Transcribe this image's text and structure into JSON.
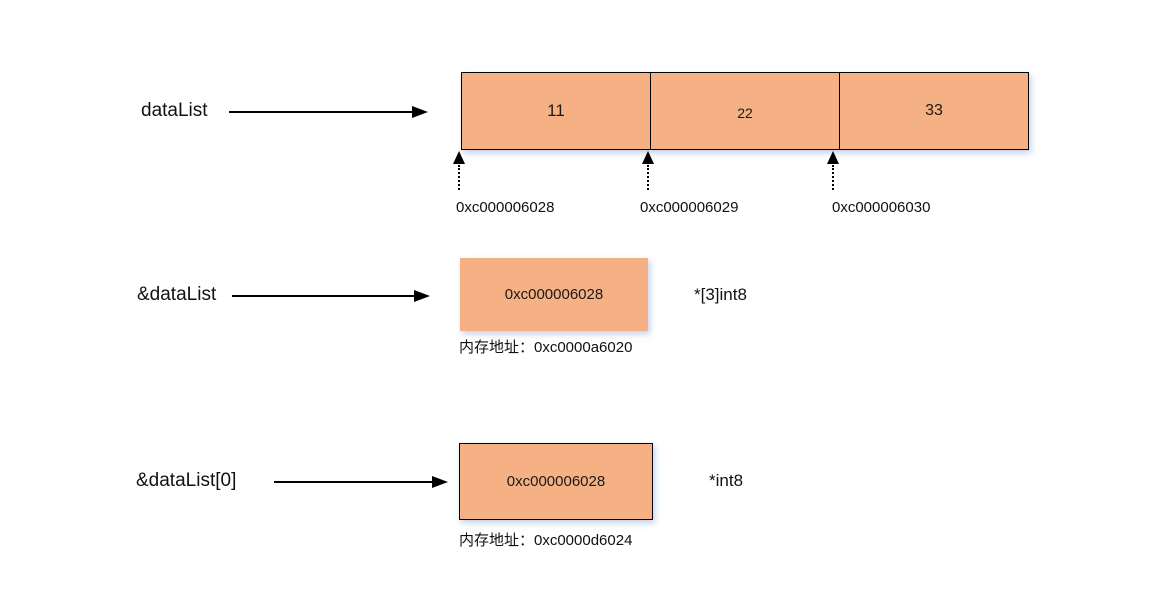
{
  "colors": {
    "cell_fill": "#F5B183",
    "line_color": "#000000",
    "shadow_tint": "#8CACD8"
  },
  "array_row": {
    "label": "dataList",
    "cells": [
      {
        "value": "11",
        "address": "0xc000006028"
      },
      {
        "value": "22",
        "address": "0xc000006029"
      },
      {
        "value": "33",
        "address": "0xc000006030"
      }
    ]
  },
  "pointer_row": {
    "label": "&dataList",
    "box_value": "0xc000006028",
    "type_label": "*[3]int8",
    "caption": "内存地址：0xc0000a6020"
  },
  "element_pointer_row": {
    "label": "&dataList[0]",
    "box_value": "0xc000006028",
    "type_label": "*int8",
    "caption": "内存地址：0xc0000d6024"
  }
}
